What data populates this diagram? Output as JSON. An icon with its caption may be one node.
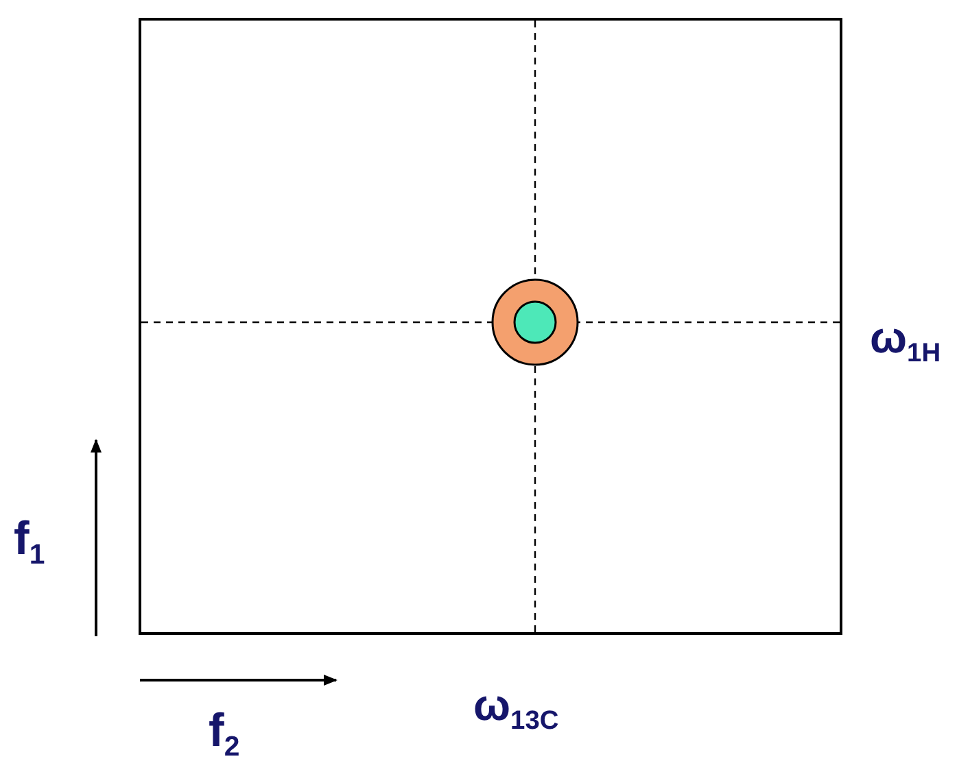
{
  "diagram": {
    "labels": [
      "ω$_{1H}$",
      "ω$_{13C}$",
      "f$_{1}$",
      "f$_{2}$"
    ]
  }
}
